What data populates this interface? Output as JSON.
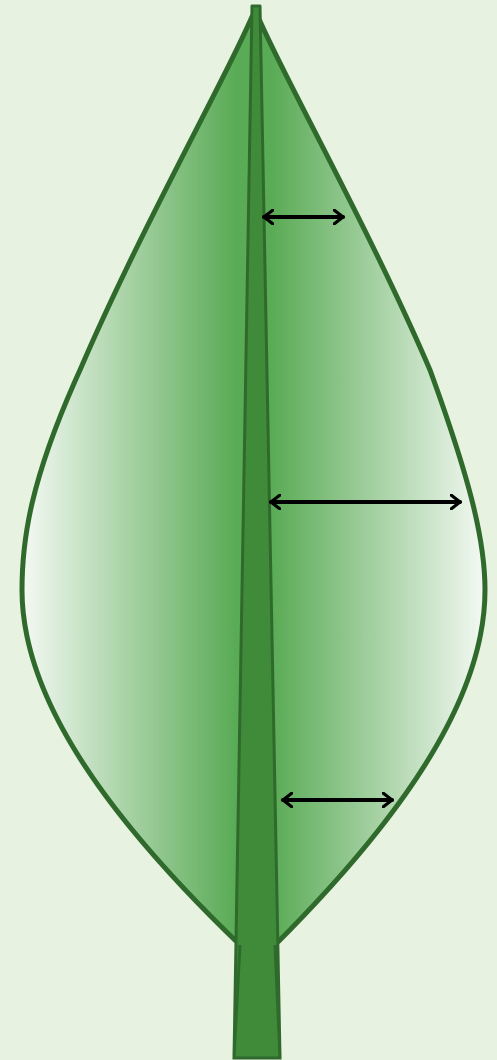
{
  "diagram": {
    "subject": "leaf",
    "parts": [
      "leaf-blade",
      "midrib",
      "petiole"
    ],
    "arrows": {
      "count": 3,
      "style": "double-headed",
      "direction": "horizontal",
      "from": "midrib",
      "to": "leaf-margin"
    }
  },
  "colors": {
    "background": "#e8f2e1",
    "outline": "#2f6a2c",
    "midrib": "#3f8b3a",
    "blade_dark": "#5aab56",
    "blade_light": "#f4f9f3",
    "arrow": "#000000"
  }
}
